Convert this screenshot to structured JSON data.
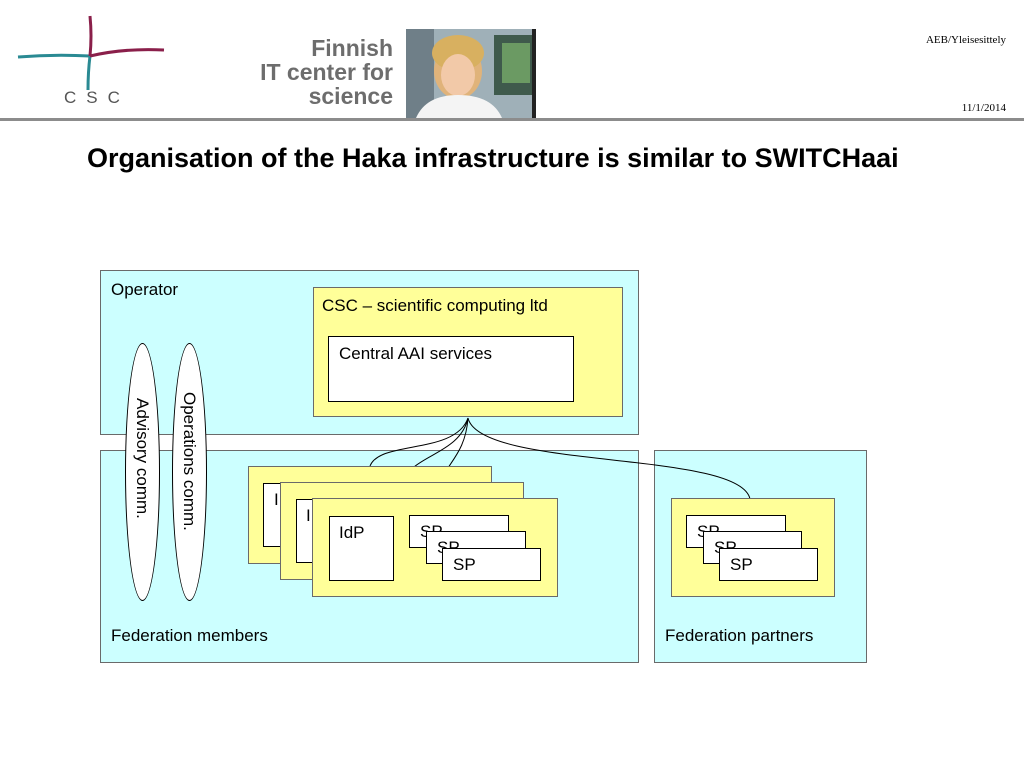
{
  "header": {
    "logo_text": "CSC",
    "banner_text": [
      "Finnish",
      "IT center for",
      "science"
    ],
    "top_right": "AEB/Yleisesittely",
    "date": "11/1/2014"
  },
  "title": "Organisation of the Haka infrastructure is similar to SWITCHaai",
  "diagram": {
    "operator_label": "Operator",
    "csc_label": "CSC – scientific computing ltd",
    "central_label": "Central AAI services",
    "advisory_label": "Advisory comm.",
    "operations_label": "Operations comm.",
    "members_label": "Federation members",
    "partners_label": "Federation partners",
    "idp_label": "IdP",
    "sp_label": "SP",
    "idp_partial": "I"
  },
  "colors": {
    "cyan": "#ccffff",
    "yellow": "#ffff99",
    "logo_teal": "#2a8a93",
    "logo_maroon": "#8a1f4a",
    "rule": "#8c8c8c"
  }
}
